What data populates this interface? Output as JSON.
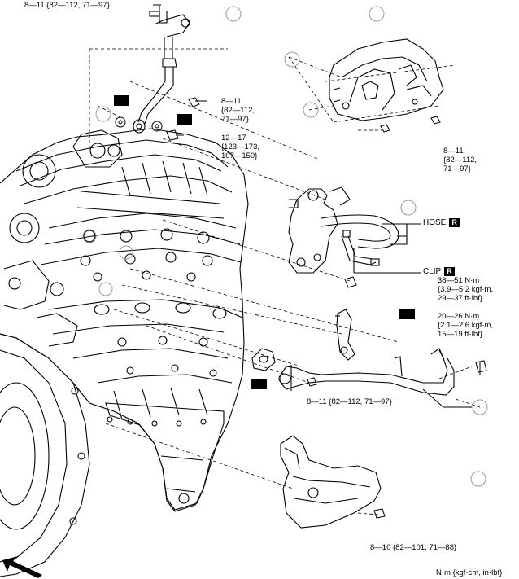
{
  "torque_labels": {
    "top_left": "8—11 {82—112, 71—97}",
    "egr_pipe_bolt": [
      "8—11",
      "{82—112,",
      "71—97}"
    ],
    "union_bolt": [
      "12—17",
      "{123—173,",
      "107—150}"
    ],
    "cover_bolts": [
      "8—11",
      "{82—112,",
      "71—97}"
    ],
    "bracket_bolt": [
      "38—51 N·m",
      "{3.9—5.2 kgf·m,",
      "29—37 ft·lbf}"
    ],
    "pipe_bracket_bolt": [
      "20—26 N·m",
      "{2.1—2.6 kgf·m,",
      "15—19 ft·lbf}"
    ],
    "pipe_flange_nut": "8—11 {82—112, 71—97}",
    "heat_shield_bolt": "8—10 {82—101, 71—88}"
  },
  "callouts": {
    "hose": "HOSE",
    "clip": "CLIP",
    "replace_mark": "R"
  },
  "units": "N·m {kgf·cm, in·lbf}",
  "icons": [
    "front-arrow-icon"
  ]
}
